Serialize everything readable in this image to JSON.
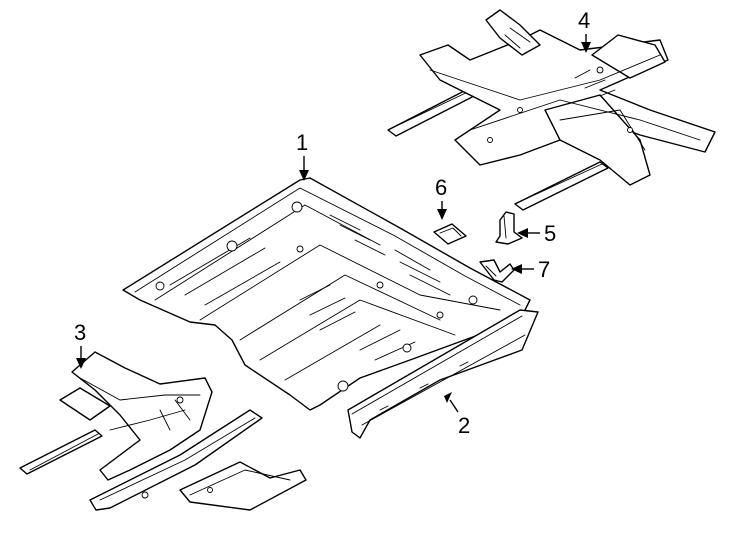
{
  "callouts": [
    {
      "label": "1",
      "part": "floor-pan"
    },
    {
      "label": "2",
      "part": "rocker-reinforcement"
    },
    {
      "label": "3",
      "part": "front-crossmember-assembly"
    },
    {
      "label": "4",
      "part": "rear-crossmember-assembly"
    },
    {
      "label": "5",
      "part": "bracket"
    },
    {
      "label": "6",
      "part": "pad"
    },
    {
      "label": "7",
      "part": "clip"
    }
  ]
}
